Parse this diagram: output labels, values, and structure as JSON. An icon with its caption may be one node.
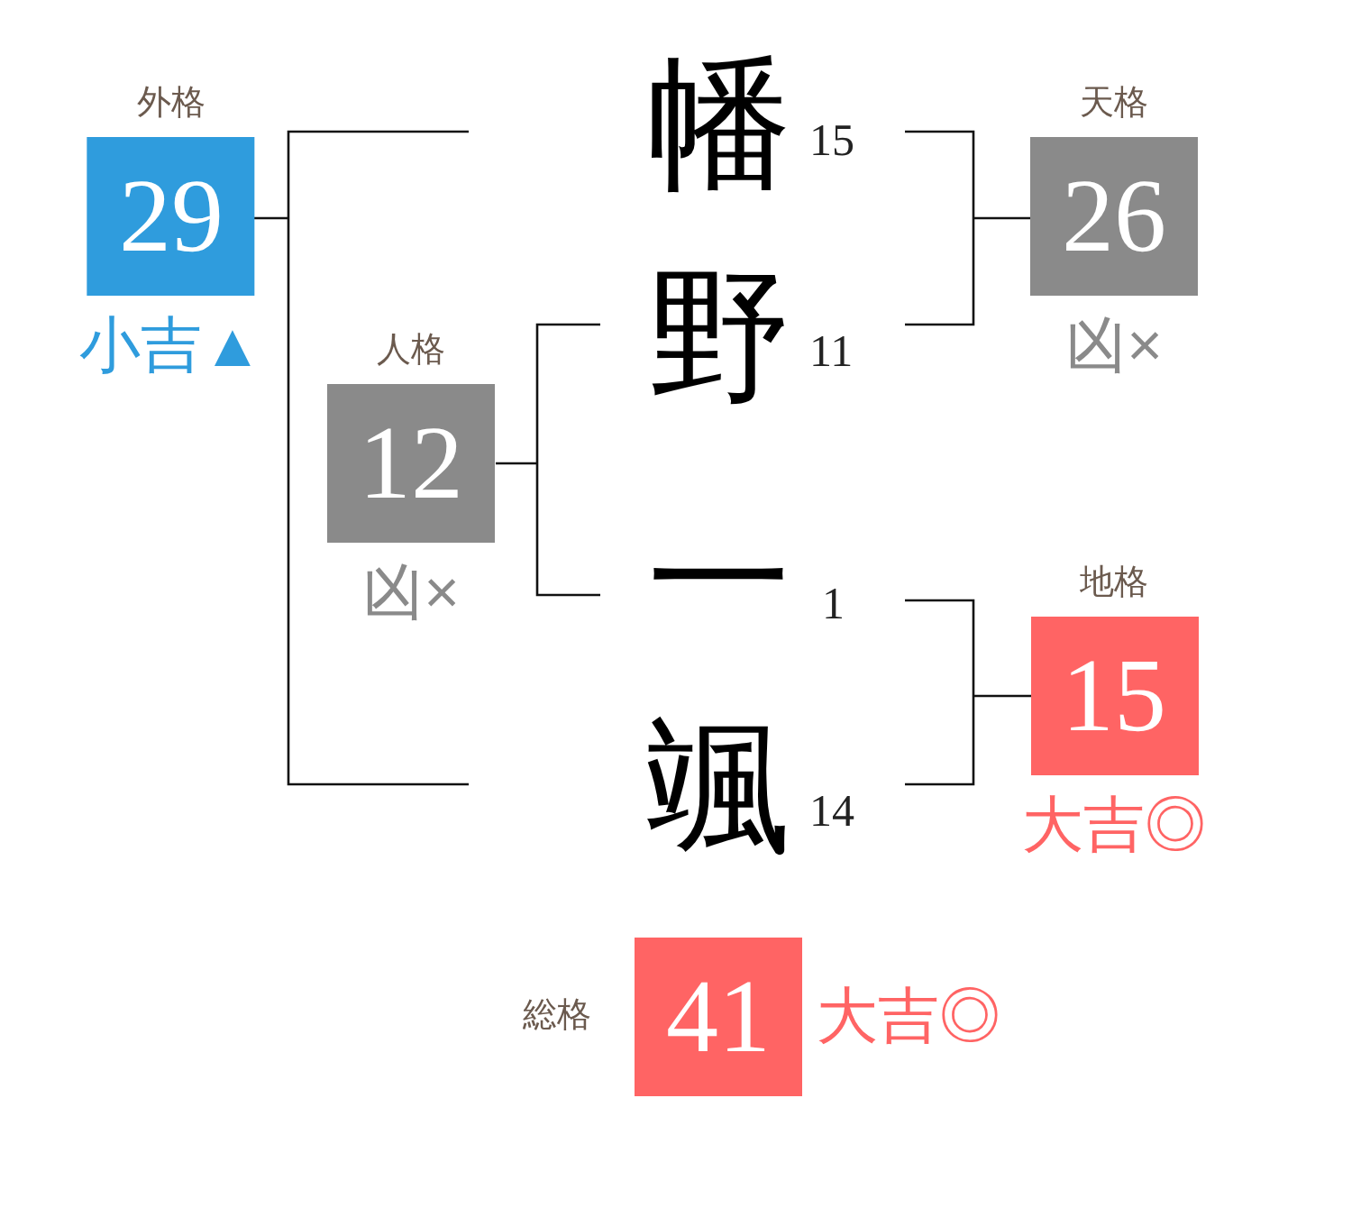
{
  "diagram": {
    "nodes": [
      {
        "text": [
          "外格",
          "29"
        ],
        "beside": [
          "小吉▲"
        ]
      },
      {
        "text": [
          "天格",
          "26"
        ],
        "beside": [
          "凶×"
        ]
      },
      {
        "text": [
          "人格",
          "12"
        ],
        "beside": [
          "凶×"
        ]
      },
      {
        "text": [
          "地格",
          "15"
        ],
        "beside": [
          "大吉◎"
        ]
      },
      {
        "text": [
          "総格",
          "41"
        ],
        "beside": [
          "大吉◎"
        ]
      }
    ],
    "labels": [
      "幡",
      "15",
      "野",
      "11",
      "一",
      "1",
      "颯",
      "14"
    ]
  }
}
